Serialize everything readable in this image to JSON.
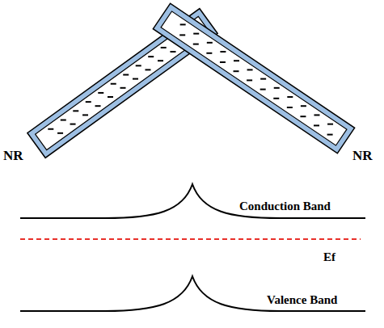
{
  "diagram": {
    "labels": [
      "NR",
      "NR",
      "Conduction Band",
      "Ef",
      "Valence Band"
    ]
  }
}
